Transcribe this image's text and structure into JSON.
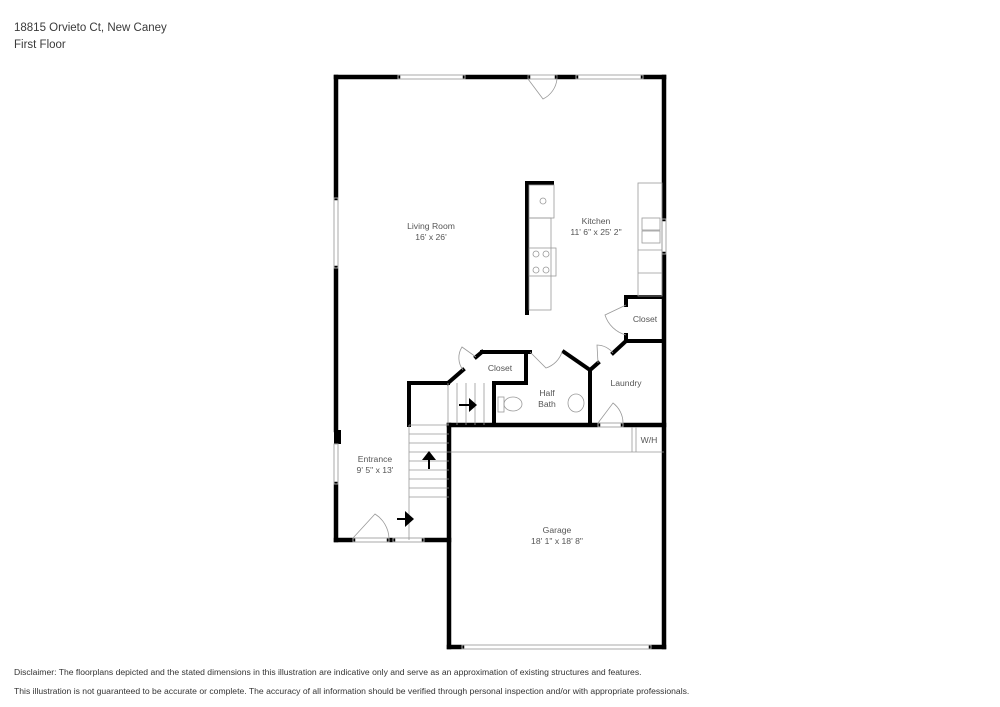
{
  "header": {
    "address": "18815 Orvieto Ct, New Caney",
    "floor": "First Floor"
  },
  "rooms": {
    "living_room": {
      "name": "Living Room",
      "dims": "16' x 26'"
    },
    "kitchen": {
      "name": "Kitchen",
      "dims": "11' 6\" x 25' 2\""
    },
    "closet_kitchen": {
      "name": "Closet"
    },
    "closet_hall": {
      "name": "Closet"
    },
    "half_bath": {
      "name": "Half",
      "name2": "Bath"
    },
    "laundry": {
      "name": "Laundry"
    },
    "water_heater": {
      "name": "W/H"
    },
    "entrance": {
      "name": "Entrance",
      "dims": "9' 5\" x 13'"
    },
    "garage": {
      "name": "Garage",
      "dims": "18' 1\" x 18' 8\""
    }
  },
  "colors": {
    "wall": "#000000",
    "fixture": "#999999",
    "text": "#555555"
  },
  "disclaimer": {
    "line1": "Disclaimer: The floorplans depicted and the stated dimensions in this illustration are indicative only and serve as an approximation of existing structures and features.",
    "line2": "This illustration is not guaranteed to be accurate or complete. The accuracy of all information should be verified through personal inspection and/or with appropriate professionals."
  }
}
